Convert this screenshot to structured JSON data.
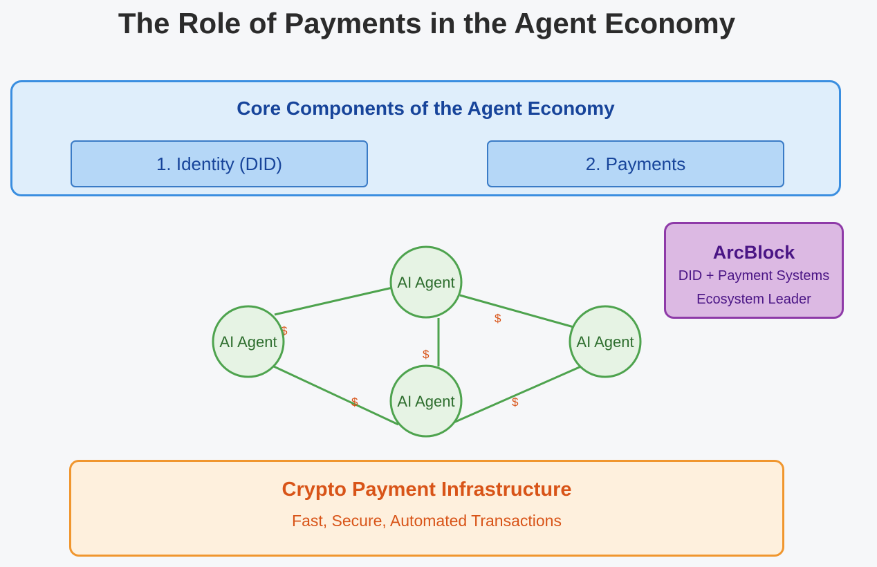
{
  "title": "The Role of Payments in the Agent Economy",
  "core": {
    "title": "Core Components of the Agent Economy",
    "components": [
      "1. Identity (DID)",
      "2. Payments"
    ]
  },
  "arcblock": {
    "title": "ArcBlock",
    "lines": [
      "DID + Payment Systems",
      "Ecosystem Leader"
    ]
  },
  "network": {
    "agents": [
      {
        "id": "top",
        "label": "AI Agent"
      },
      {
        "id": "left",
        "label": "AI Agent"
      },
      {
        "id": "right",
        "label": "AI Agent"
      },
      {
        "id": "bottom",
        "label": "AI Agent"
      }
    ],
    "connections": [
      {
        "from": "left",
        "to": "top",
        "label": "$"
      },
      {
        "from": "top",
        "to": "right",
        "label": "$"
      },
      {
        "from": "top",
        "to": "bottom",
        "label": "$"
      },
      {
        "from": "left",
        "to": "bottom",
        "label": "$"
      },
      {
        "from": "bottom",
        "to": "right",
        "label": "$"
      }
    ]
  },
  "infrastructure": {
    "title": "Crypto Payment Infrastructure",
    "subtitle": "Fast, Secure, Automated Transactions"
  },
  "colors": {
    "core_border": "#3a8ee0",
    "arc_border": "#8e3aa8",
    "infra_border": "#f0962e",
    "agent_stroke": "#4ea34e",
    "dollar": "#d85418"
  }
}
